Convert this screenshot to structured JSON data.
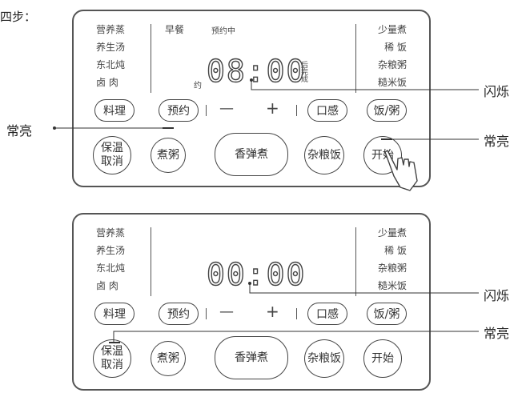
{
  "step_label": "四步：",
  "panels": [
    {
      "menu_left": [
        "营养蒸",
        "养生汤",
        "东北炖",
        "卤 肉"
      ],
      "menu_right": [
        "少量煮",
        "稀 饭",
        "杂粮粥",
        "糙米饭"
      ],
      "top_labels": [
        "早餐",
        "预约中"
      ],
      "time": "08:00",
      "time_prefix": "约",
      "time_suffix": [
        "后",
        "完",
        "成"
      ],
      "row1": [
        "料理",
        "预约",
        "—",
        "+",
        "口感",
        "饭/粥"
      ],
      "row2": [
        "保温\n取消",
        "煮粥",
        "香弹煮",
        "杂粮饭",
        "开始"
      ]
    },
    {
      "menu_left": [
        "营养蒸",
        "养生汤",
        "东北炖",
        "卤 肉"
      ],
      "menu_right": [
        "少量煮",
        "稀 饭",
        "杂粮粥",
        "糙米饭"
      ],
      "time": "00:00",
      "row1": [
        "料理",
        "预约",
        "—",
        "+",
        "口感",
        "饭/粥"
      ],
      "row2": [
        "保温\n取消",
        "煮粥",
        "香弹煮",
        "杂粮饭",
        "开始"
      ]
    }
  ],
  "callouts": {
    "p1_display": "闪烁",
    "p1_left": "常亮",
    "p1_right": "常亮",
    "p2_display": "闪烁",
    "p2_right": "常亮"
  }
}
